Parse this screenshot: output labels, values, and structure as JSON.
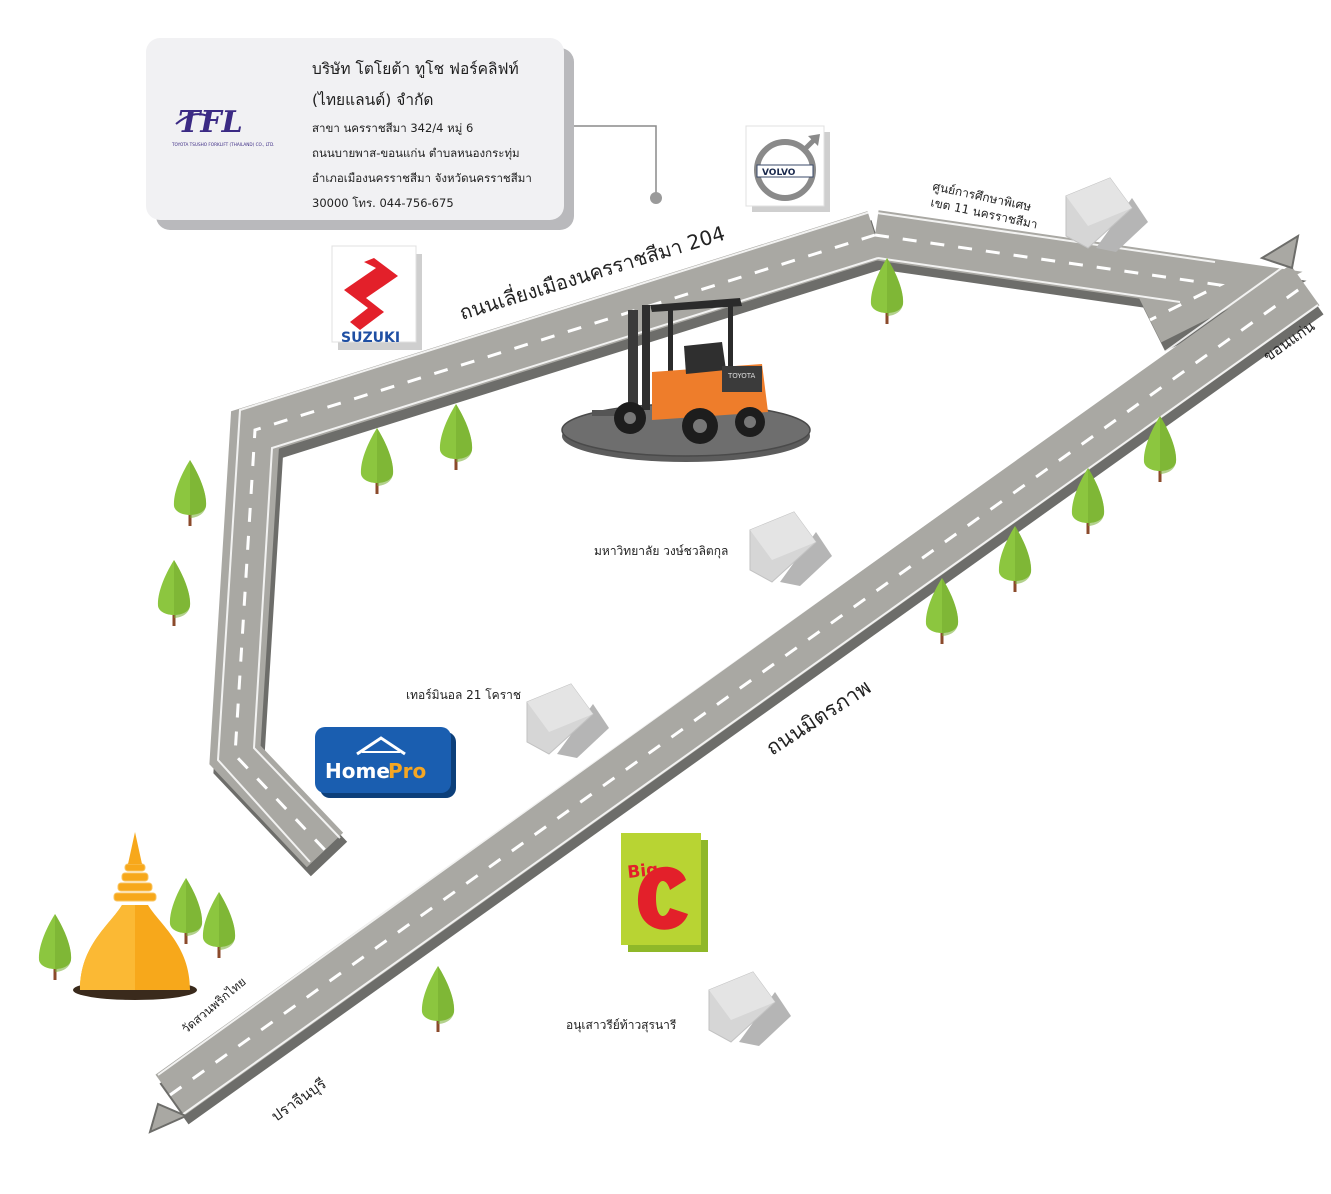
{
  "company": {
    "name_line1": "บริษัท โตโยต้า ทูโช ฟอร์คลิฟท์",
    "name_line2": "(ไทยแลนด์) จำกัด",
    "branch": "สาขา นครราชสีมา  342/4 หมู่ 6",
    "road": "ถนนบายพาส-ขอนแก่น ตำบลหนองกระทุ่ม",
    "district": "อำเภอเมืองนครราชสีมา  จังหวัดนครราชสีมา",
    "postal_phone": "30000 โทร. 044-756-675",
    "logo_text": "TFL",
    "logo_subtext": "TOYOTA TSUSHO FORKLIFT (THAILAND) CO., LTD."
  },
  "roads": {
    "ring_road": "ถนนเลี่ยงเมืองนครราชสีมา 204",
    "mittraphap": "ถนนมิตรภาพ",
    "to_khonkaen": "ขอนแก่น",
    "to_prachinburi": "ปราจีนบุรี"
  },
  "places": {
    "special_ed_center_1": "ศูนย์การศึกษาพิเศษ",
    "special_ed_center_2": "เขต 11 นครราชสีมา",
    "vongchavalitkul": "มหาวิทยาลัย วงษ์ชวลิตกุล",
    "terminal21": "เทอร์มินอล 21 โคราช",
    "monument": "อนุเสาวรีย์ท้าวสุรนารี",
    "temple": "วัดสวนพริกไทย"
  },
  "brands": {
    "suzuki": "SUZUKI",
    "volvo": "VOLVO",
    "homepro_home": "Home",
    "homepro_pro": "Pro",
    "bigc_big": "Big",
    "bigc_c": "C",
    "toyota": "TOYOTA"
  },
  "colors": {
    "road": "#a9a8a3",
    "road_side": "#6d6d6a",
    "tree": "#8cc63f",
    "trunk": "#8b4a2b",
    "forklift": "#ee7d2b",
    "stupa": "#f7a81b"
  }
}
